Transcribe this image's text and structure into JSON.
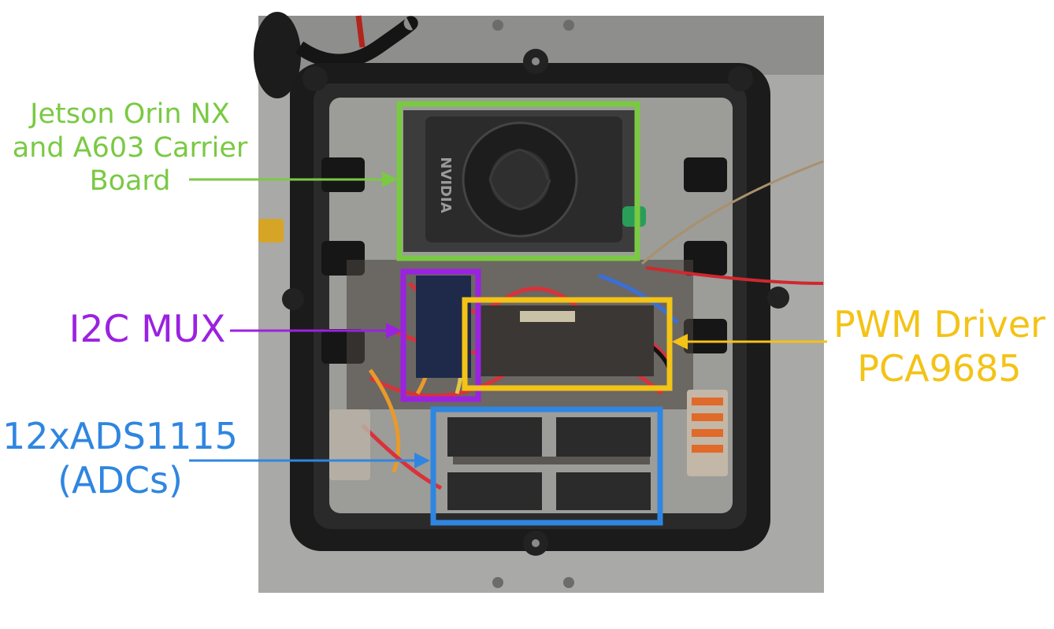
{
  "annotations": [
    {
      "id": "jetson",
      "lines": [
        "Jetson Orin NX",
        "and A603 Carrier",
        "Board"
      ],
      "color": "#7ac943"
    },
    {
      "id": "mux",
      "lines": [
        "I2C MUX"
      ],
      "color": "#9b22e0"
    },
    {
      "id": "pwm",
      "lines": [
        "PWM Driver",
        "PCA9685"
      ],
      "color": "#f3c316"
    },
    {
      "id": "adc",
      "lines": [
        "12xADS1115",
        "(ADCs)"
      ],
      "color": "#2f86e0"
    }
  ],
  "photo_text": {
    "fan_brand": "NVIDIA"
  }
}
